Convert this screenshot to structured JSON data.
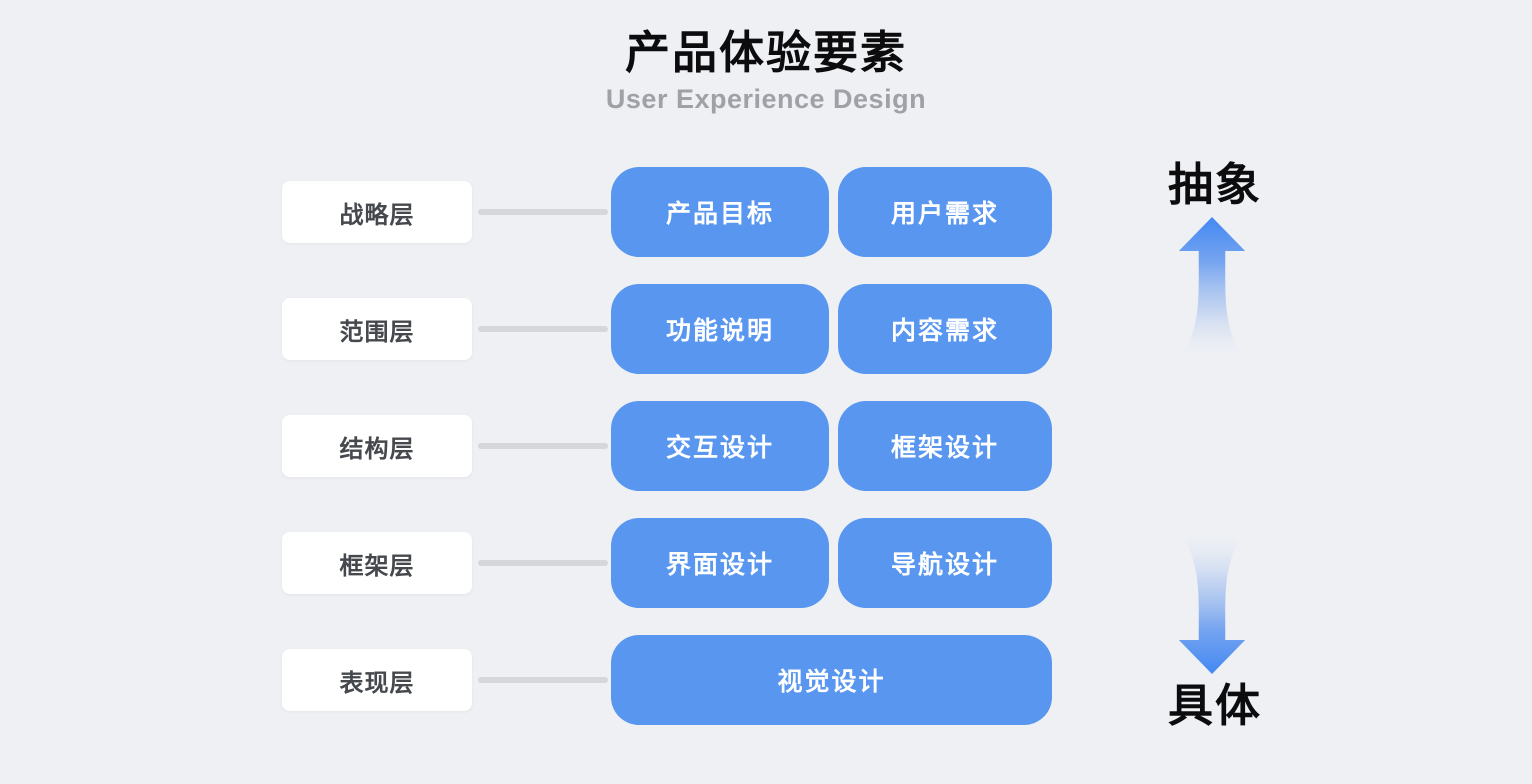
{
  "title": "产品体验要素",
  "subtitle": "User Experience Design",
  "rows": [
    {
      "label": "战略层",
      "boxes": [
        "产品目标",
        "用户需求"
      ]
    },
    {
      "label": "范围层",
      "boxes": [
        "功能说明",
        "内容需求"
      ]
    },
    {
      "label": "结构层",
      "boxes": [
        "交互设计",
        "框架设计"
      ]
    },
    {
      "label": "框架层",
      "boxes": [
        "界面设计",
        "导航设计"
      ]
    },
    {
      "label": "表现层",
      "boxes": [
        "视觉设计"
      ]
    }
  ],
  "axis": {
    "top_label": "抽象",
    "bottom_label": "具体"
  },
  "colors": {
    "background": "#EEF0F4",
    "box_blue": "#5896EF",
    "box_white": "#FFFFFF",
    "box_text": "#FFFFFF",
    "label_text": "#45484D",
    "connector": "#D5D7DB",
    "title_text": "#0C0C0E",
    "subtitle_text": "#9FA1A7",
    "arrow_blue": "#4388F2"
  }
}
